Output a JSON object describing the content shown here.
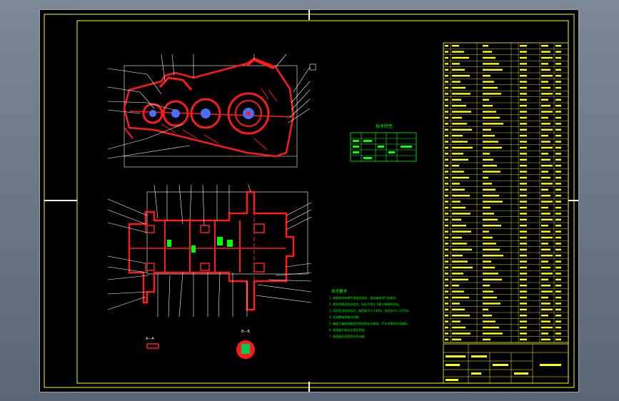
{
  "drawing": {
    "theme": "CAD drawing — gear reducer assembly",
    "colors": {
      "background": "#000000",
      "part": "#ff1a1a",
      "frame": "#ffff00",
      "leader": "#ffffff",
      "shaft": "#00ff00",
      "text": "#ffff00",
      "table_text": "#ffff00",
      "notes": "#00ff00",
      "viewport": "#7d8896"
    },
    "notes_title": "技术要求",
    "notes_lines": [
      "1. 装配前所有零件用煤油清洗，滚动轴承用汽油清洗。",
      "2. 啮合侧隙用铅丝检验，铅丝不得大于最小侧隙的四倍。",
      "3. 用涂色法检验斑点，按齿高不小于40%，按齿长不小于50%。",
      "4. 应调整轴承轴向间隙。",
      "5. 箱盖与箱座接触面涂密封胶或水玻璃，不允许使用任何填料。",
      "6. 减速器内装油至规定高度。",
      "7. 减速器外表面涂灰色油漆。"
    ],
    "spec_title": "技术特性",
    "section_label_a": "A—A",
    "section_label_b": "B—B"
  }
}
